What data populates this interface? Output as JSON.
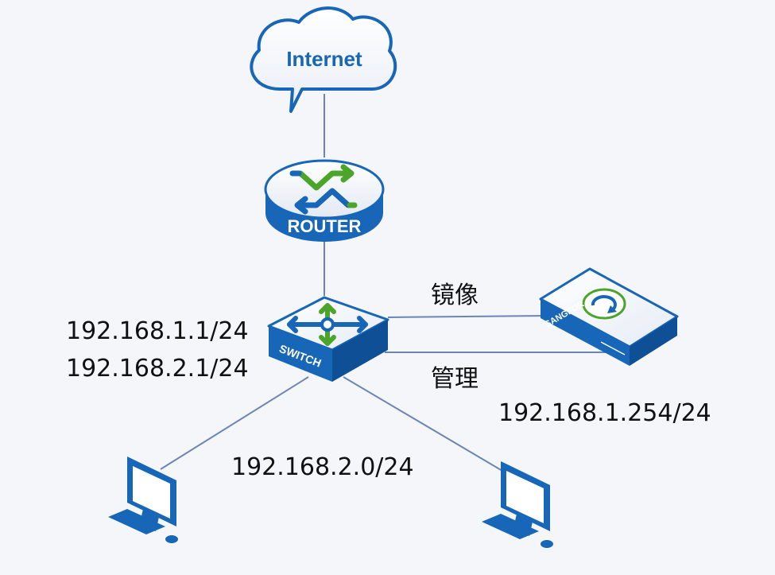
{
  "nodes": {
    "internet": {
      "label": "Internet"
    },
    "router": {
      "label": "ROUTER"
    },
    "switch": {
      "label": "SWITCH"
    },
    "appliance": {
      "brand": "SANGFOR"
    }
  },
  "links": {
    "mirror_label": "镜像",
    "manage_label": "管理"
  },
  "addresses": {
    "switch_ip_1": "192.168.1.1/24",
    "switch_ip_2": "192.168.2.1/24",
    "appliance_ip": "192.168.1.254/24",
    "client_subnet": "192.168.2.0/24"
  },
  "colors": {
    "device_blue": "#1766b8",
    "arrow_green": "#4ca52b",
    "link_line": "#6a87b4"
  }
}
